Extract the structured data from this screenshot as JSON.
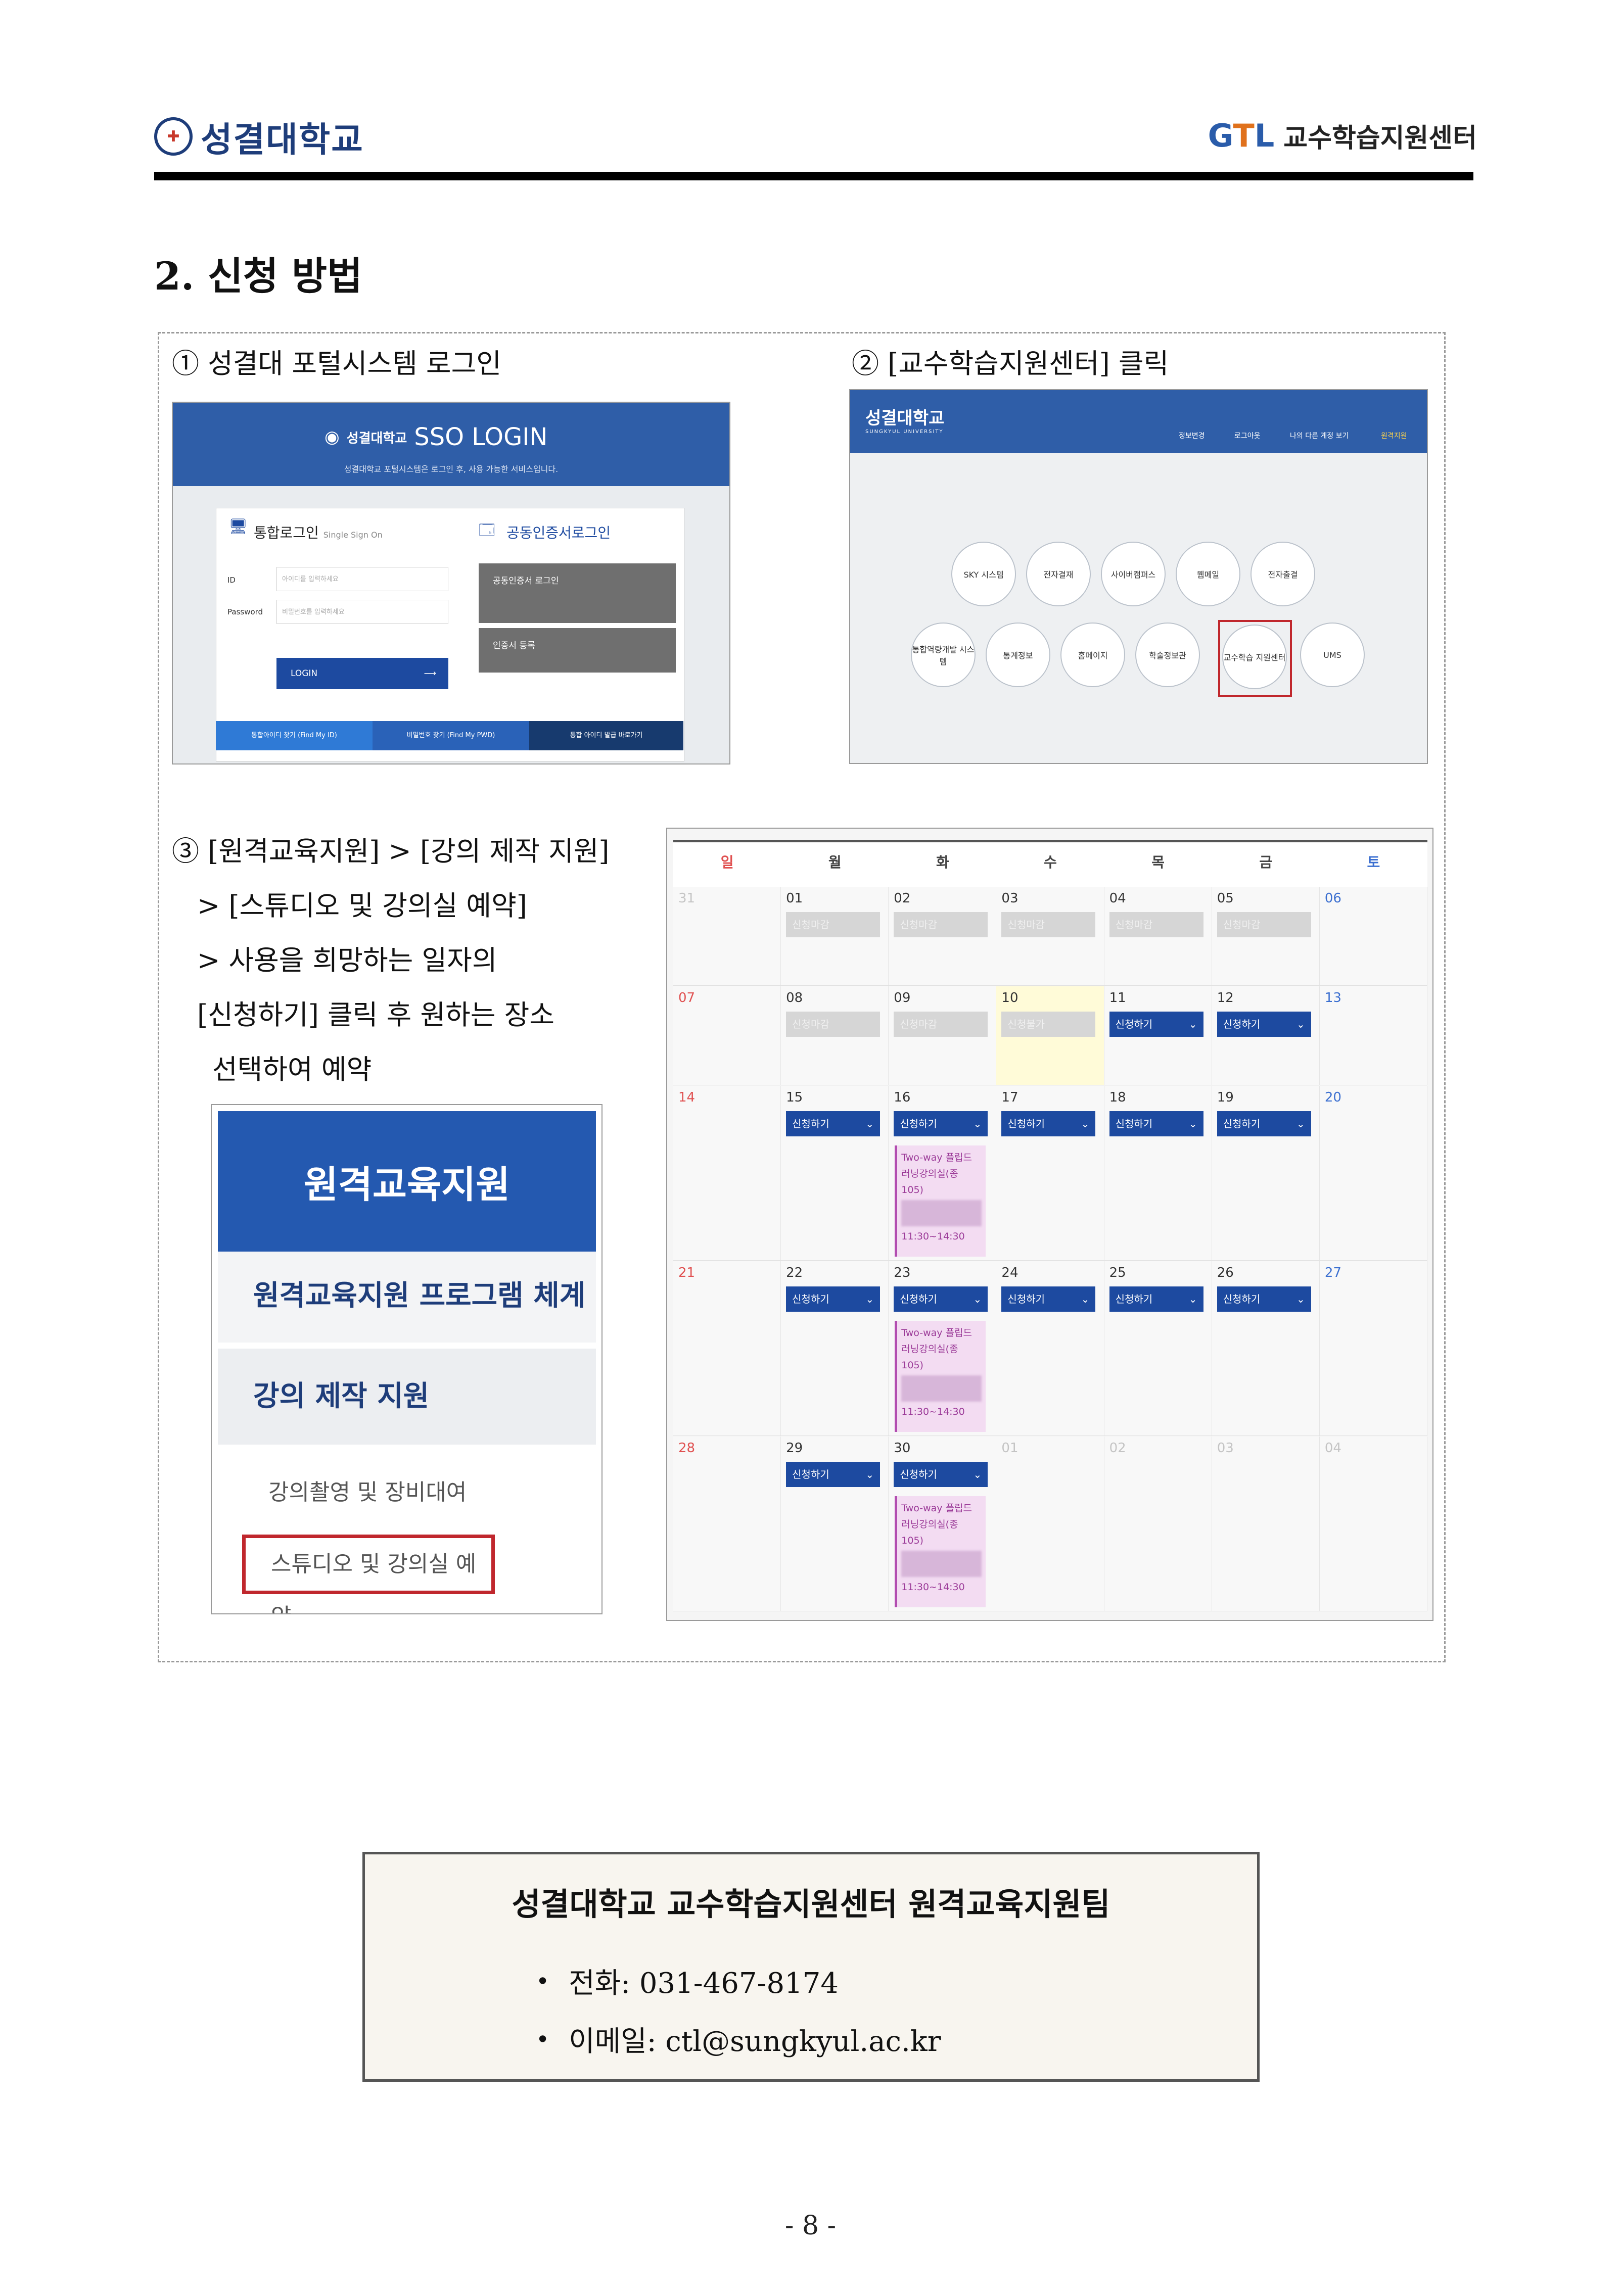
{
  "header": {
    "left_logo": "성결대학교",
    "right_logo_mark": "GTL",
    "right_logo_name": "교수학습지원센터"
  },
  "section_title": "2. 신청 방법",
  "steps": {
    "step1": "① 성결대 포털시스템 로그인",
    "step2": "② [교수학습지원센터] 클릭",
    "step3_lines": [
      "③ [원격교육지원] > [강의 제작 지원]",
      "> [스튜디오 및 강의실 예약]",
      "> 사용을 희망하는 일자의",
      "[신청하기] 클릭 후 원하는 장소",
      "선택하여 예약"
    ]
  },
  "sso_screen": {
    "university": "성결대학교",
    "title": "SSO LOGIN",
    "notice": "성결대학교 포털시스템은 로그인 후, 사용 가능한 서비스입니다.",
    "tab_integrated": "통합로그인",
    "tab_integrated_sub": "Single Sign On",
    "tab_cert": "공동인증서로그인",
    "id_label": "ID",
    "id_placeholder": "아이디를 입력하세요",
    "pw_label": "Password",
    "pw_placeholder": "비밀번호를 입력하세요",
    "login_button": "LOGIN",
    "cert_login_button": "공동인증서 로그인",
    "cert_register_button": "인증서 등록",
    "footer_find_id": "통합아이디 찾기 (Find My ID)",
    "footer_find_pw": "비밀번호 찾기 (Find My PWD)",
    "footer_issue": "통합 아이디 발급 바로가기"
  },
  "portal_screen": {
    "brand": "성결대학교",
    "brand_sub": "SUNGKYUL UNIVERSITY",
    "nav": [
      "정보변경",
      "로그아웃",
      "나의 다른 계정 보기",
      "원격지원"
    ],
    "icons_row1": [
      "SKY 시스템",
      "전자결재",
      "사이버캠퍼스",
      "웹메일",
      "전자출결"
    ],
    "icons_row2": [
      "통합역량개발 시스템",
      "통계정보",
      "홈페이지",
      "학술정보관",
      "교수학습 지원센터",
      "UMS"
    ]
  },
  "menu_screen": {
    "banner": "원격교육지원",
    "item1": "원격교육지원 프로그램 체계",
    "item2": "강의 제작 지원",
    "sub1": "강의촬영 및 장비대여",
    "sub2": "스튜디오 및 강의실 예약"
  },
  "calendar": {
    "weekdays": [
      "일",
      "월",
      "화",
      "수",
      "목",
      "금",
      "토"
    ],
    "apply_label": "신청하기",
    "closed_label": "신청마감",
    "not_label": "신청불가",
    "booking_title": "Two-way 플립드 러닝강의실(종 105)",
    "booking_time": "11:30~14:30",
    "weeks": [
      [
        "31",
        "01",
        "02",
        "03",
        "04",
        "05",
        "06"
      ],
      [
        "07",
        "08",
        "09",
        "10",
        "11",
        "12",
        "13"
      ],
      [
        "14",
        "15",
        "16",
        "17",
        "18",
        "19",
        "20"
      ],
      [
        "21",
        "22",
        "23",
        "24",
        "25",
        "26",
        "27"
      ],
      [
        "28",
        "29",
        "30",
        "01",
        "02",
        "03",
        "04"
      ]
    ]
  },
  "contact": {
    "title": "성결대학교 교수학습지원센터 원격교육지원팀",
    "phone": "전화: 031-467-8174",
    "email": "이메일: ctl@sungkyul.ac.kr"
  },
  "page_number": "- 8 -",
  "colors": {
    "accent_blue": "#1d4aa0",
    "highlight_red": "#c0272d"
  }
}
